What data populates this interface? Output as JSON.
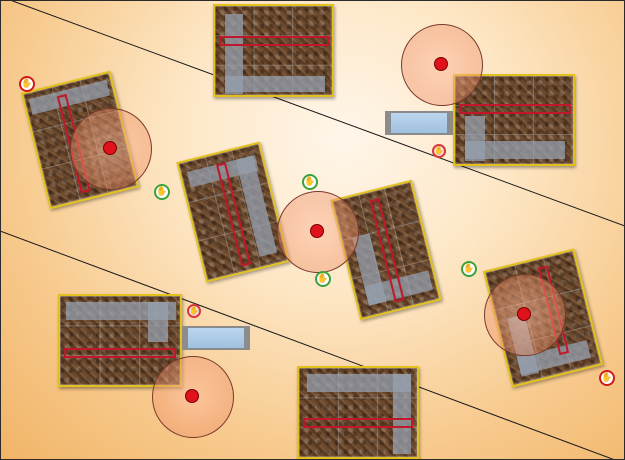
{
  "board": {
    "label": ""
  },
  "tokens": [
    {
      "name": "worker-token-1",
      "icon": "hand-icon",
      "color": "#3aa23a",
      "glyph": "✋"
    },
    {
      "name": "worker-token-2",
      "icon": "hand-icon",
      "color": "#3aa23a",
      "glyph": "✋"
    },
    {
      "name": "worker-token-3",
      "icon": "hand-icon",
      "color": "#3aa23a",
      "glyph": "✋"
    },
    {
      "name": "worker-token-4",
      "icon": "hand-icon",
      "color": "#3aa23a",
      "glyph": "✋"
    },
    {
      "name": "blocked-token-1",
      "icon": "no-hand-icon",
      "color": "#d21a1a",
      "glyph": "✋"
    },
    {
      "name": "blocked-token-2",
      "icon": "no-hand-icon",
      "color": "#d21a1a",
      "glyph": "✋"
    },
    {
      "name": "blocked-token-3",
      "icon": "no-hand-icon",
      "color": "#d63a3a",
      "glyph": "✋"
    },
    {
      "name": "blocked-token-4",
      "icon": "no-hand-icon",
      "color": "#d63a3a",
      "glyph": "✋"
    }
  ],
  "colors": {
    "tile_border": "#e2c11e",
    "wall": "#c0182a",
    "marker": "#e0131d",
    "bar": "#9fc0e0"
  }
}
